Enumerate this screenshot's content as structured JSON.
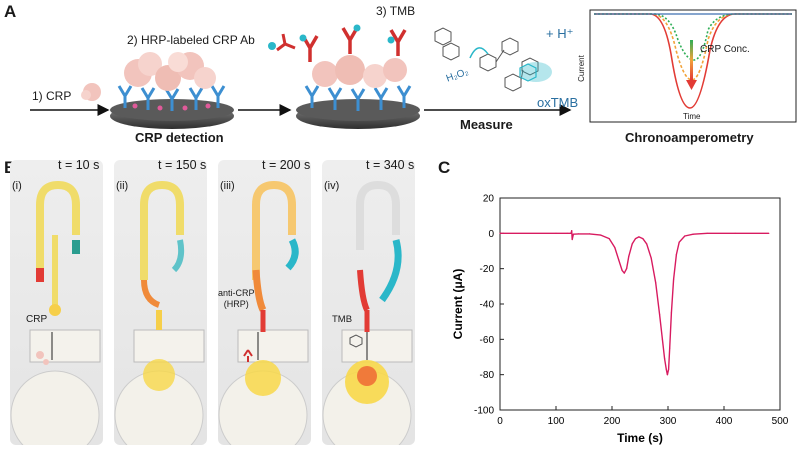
{
  "panel_a": {
    "letter": "A",
    "step1": "1) CRP",
    "step2": "2) HRP-labeled CRP Ab",
    "step3": "3) TMB",
    "h2o2": "H₂O₂",
    "hplus": "+ H⁺",
    "oxtmb": "oxTMB",
    "caption_detection": "CRP detection",
    "caption_measure": "Measure",
    "caption_chrono": "Chronoamperometry",
    "inset_ylabel": "Current",
    "inset_xlabel": "Time",
    "inset_arrow_label": "CRP Conc.",
    "colors": {
      "ab_blue": "#3d8fd1",
      "hrp_red": "#d0302f",
      "crp_pink": "#f2c4bd",
      "tmb_cyan": "#2ab7c9"
    }
  },
  "panel_b": {
    "letter": "B",
    "chips": [
      {
        "roman": "(i)",
        "time": "t = 10 s",
        "note": "CRP"
      },
      {
        "roman": "(ii)",
        "time": "t = 150 s",
        "note": ""
      },
      {
        "roman": "(iii)",
        "time": "t = 200 s",
        "note": "anti-CRP\n(HRP)"
      },
      {
        "roman": "(iv)",
        "time": "t = 340 s",
        "note": "TMB"
      }
    ]
  },
  "panel_c": {
    "letter": "C"
  },
  "chart_data": {
    "type": "line",
    "xlabel": "Time (s)",
    "ylabel": "Current (μA)",
    "xlim": [
      0,
      500
    ],
    "ylim": [
      -100,
      20
    ],
    "xticks": [
      0,
      100,
      200,
      300,
      400,
      500
    ],
    "yticks": [
      20,
      0,
      -20,
      -40,
      -60,
      -80,
      -100
    ],
    "line_color": "#d81b60",
    "x": [
      0,
      100,
      120,
      127,
      128,
      129,
      131,
      140,
      160,
      180,
      195,
      205,
      212,
      218,
      222,
      226,
      230,
      236,
      242,
      248,
      255,
      262,
      270,
      278,
      285,
      290,
      294,
      297,
      299,
      301,
      303,
      306,
      310,
      315,
      320,
      330,
      345,
      370,
      420,
      480
    ],
    "y": [
      0,
      0,
      0,
      0,
      1.5,
      -3.5,
      -0.5,
      -0.3,
      -0.3,
      -1,
      -3,
      -8,
      -15,
      -21,
      -22.5,
      -20,
      -13,
      -6,
      -3,
      -2,
      -3,
      -6,
      -14,
      -28,
      -46,
      -60,
      -71,
      -77,
      -80,
      -77,
      -65,
      -45,
      -26,
      -12,
      -5,
      -1.5,
      -0.5,
      0,
      0,
      0
    ]
  }
}
